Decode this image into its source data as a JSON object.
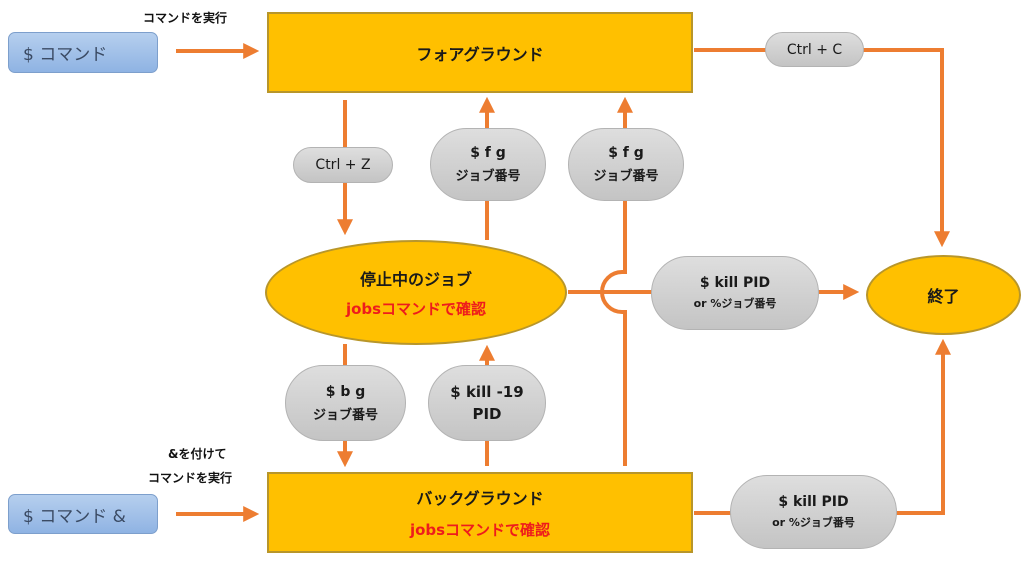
{
  "colors": {
    "state_fill": "#ffc000",
    "state_border": "#b8962a",
    "arrow": "#ed7d31",
    "pill_fill": "#d0d0d0",
    "command_box_fill": "#9dbde8",
    "highlight_text": "#ee1c1c"
  },
  "inputs": {
    "foreground_command": {
      "text": "$ コマンド",
      "caption": "コマンドを実行"
    },
    "background_command": {
      "text": "$ コマンド &",
      "caption_line1": "&を付けて",
      "caption_line2": "コマンドを実行"
    }
  },
  "states": {
    "foreground": {
      "title": "フォアグラウンド"
    },
    "stopped": {
      "title": "停止中のジョブ",
      "note": "jobsコマンドで確認"
    },
    "background": {
      "title": "バックグラウンド",
      "note": "jobsコマンドで確認"
    },
    "terminated": {
      "title": "終了"
    }
  },
  "transitions": {
    "ctrl_c": {
      "label": "Ctrl + C"
    },
    "ctrl_z": {
      "label": "Ctrl + Z"
    },
    "fg_from_stopped": {
      "line1": "$ f g",
      "line2": "ジョブ番号"
    },
    "fg_from_background": {
      "line1": "$ f g",
      "line2": "ジョブ番号"
    },
    "kill_stopped": {
      "line1": "$ kill PID",
      "line2": "or %ジョブ番号"
    },
    "bg": {
      "line1": "$ b g",
      "line2": "ジョブ番号"
    },
    "kill_19": {
      "line1": "$ kill -19",
      "line2": "PID"
    },
    "kill_background": {
      "line1": "$ kill PID",
      "line2": "or %ジョブ番号"
    }
  }
}
